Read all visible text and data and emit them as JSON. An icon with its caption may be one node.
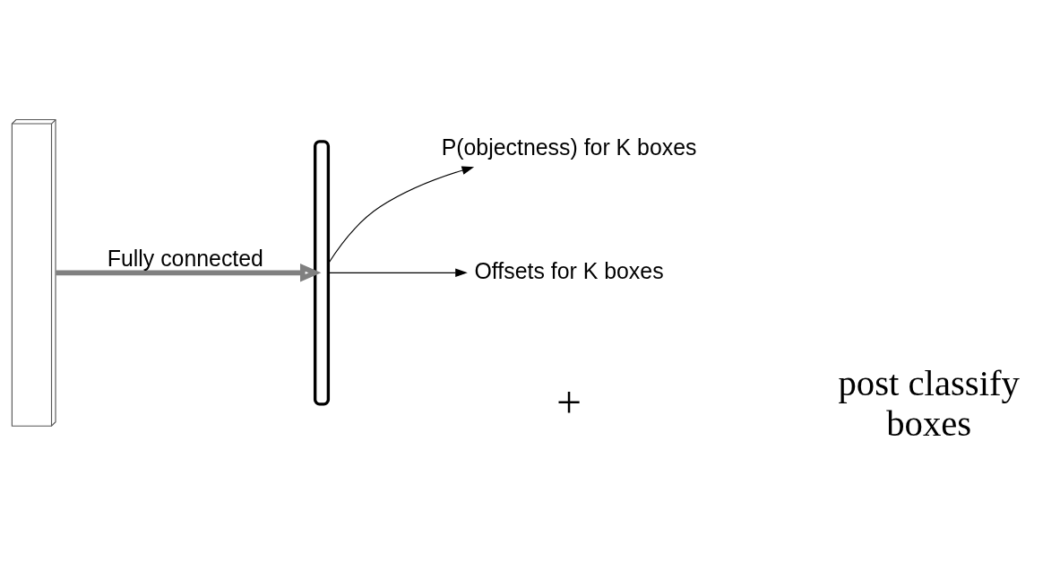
{
  "diagram": {
    "nodes": [
      {
        "text": [],
        "shape": "box"
      },
      {
        "text": [],
        "shape": "bar"
      },
      {
        "text": [
          "P(objectness) for K boxes"
        ]
      },
      {
        "text": [
          "Offsets for K boxes"
        ]
      }
    ],
    "edges": [
      {
        "from": 0,
        "to": 1,
        "arrow": "to",
        "label": "Fully connected",
        "style": "thick",
        "color": "#808080"
      },
      {
        "from": 1,
        "to": 2,
        "arrow": "to"
      },
      {
        "from": 1,
        "to": 3,
        "arrow": "to"
      }
    ],
    "labels": [
      "+",
      "post classify boxes"
    ]
  }
}
